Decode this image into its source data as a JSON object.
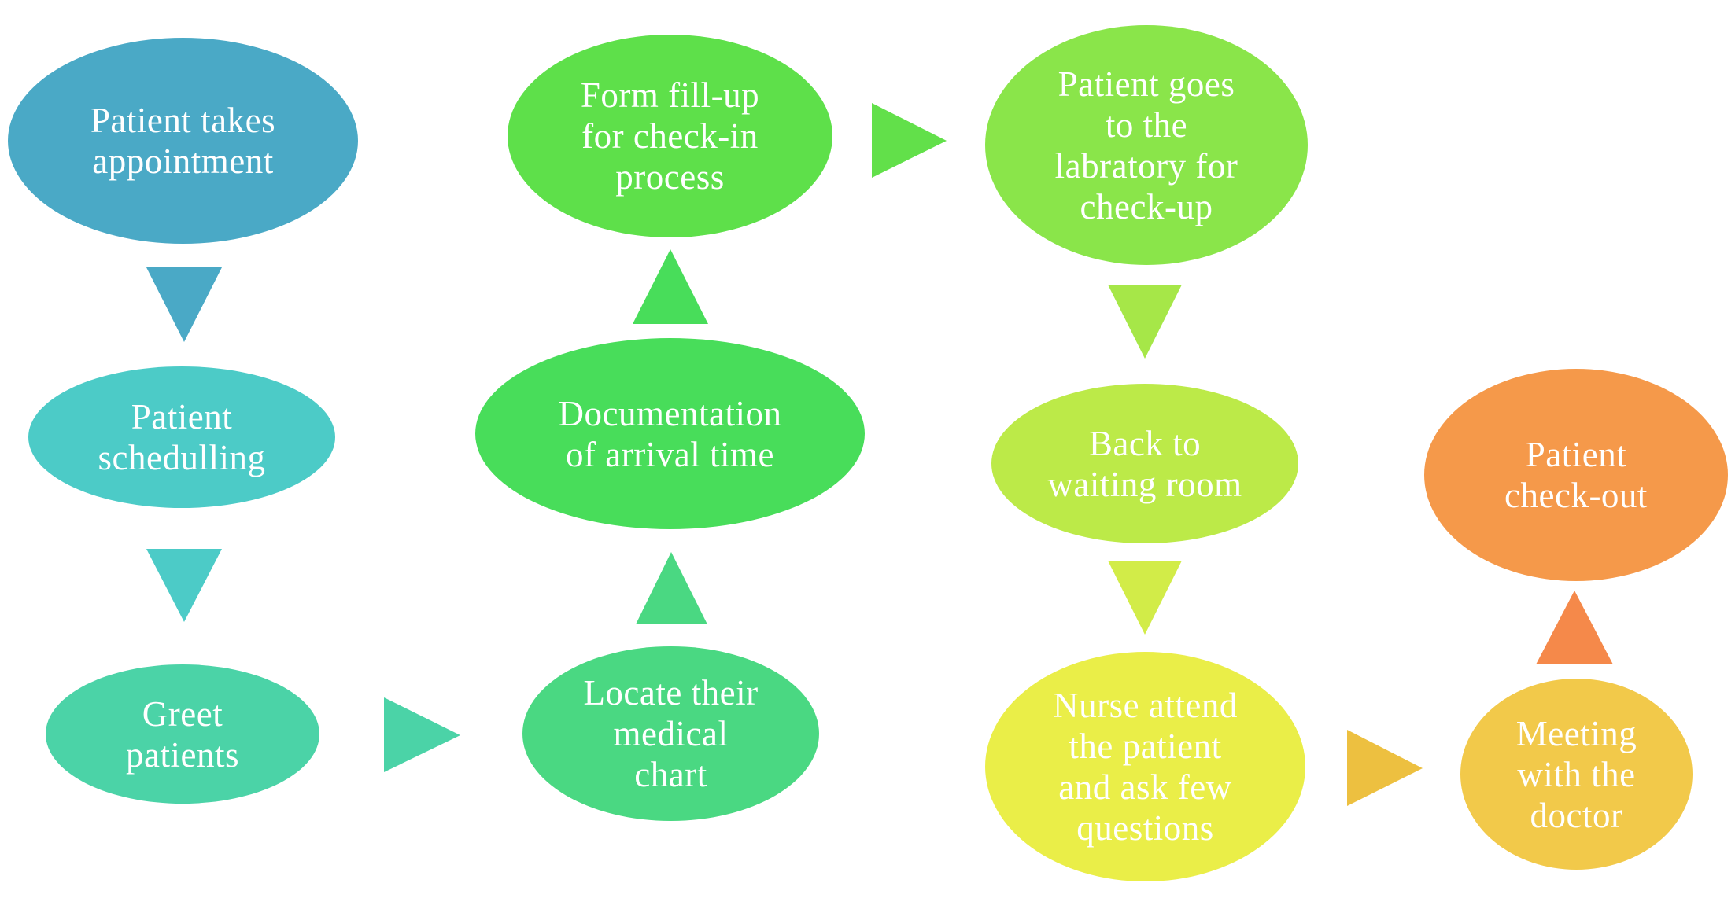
{
  "diagram": {
    "nodes": [
      {
        "id": "patient-takes-appointment",
        "label": "Patient takes\nappointment",
        "color": "#4AA9C6"
      },
      {
        "id": "patient-schedulling",
        "label": "Patient\nschedulling",
        "color": "#4CCBC7"
      },
      {
        "id": "greet-patients",
        "label": "Greet\npatients",
        "color": "#4BD3A7"
      },
      {
        "id": "locate-medical-chart",
        "label": "Locate their\nmedical\nchart",
        "color": "#4AD882"
      },
      {
        "id": "documentation-arrival-time",
        "label": "Documentation\nof arrival time",
        "color": "#48DD5A"
      },
      {
        "id": "form-fill-up",
        "label": "Form fill-up\nfor check-in\nprocess",
        "color": "#5EE04A"
      },
      {
        "id": "patient-goes-laboratory",
        "label": "Patient goes\nto the\nlabratory for\ncheck-up",
        "color": "#8AE54A"
      },
      {
        "id": "back-to-waiting-room",
        "label": "Back to\nwaiting room",
        "color": "#BCEA48"
      },
      {
        "id": "nurse-attend-patient",
        "label": "Nurse attend\nthe patient\nand ask few\nquestions",
        "color": "#EAEE48"
      },
      {
        "id": "meeting-with-doctor",
        "label": "Meeting\nwith the\ndoctor",
        "color": "#F2C94A"
      },
      {
        "id": "patient-check-out",
        "label": "Patient\ncheck-out",
        "color": "#F5994A"
      }
    ],
    "arrows": [
      {
        "from": "patient-takes-appointment",
        "to": "patient-schedulling",
        "direction": "down",
        "color": "#4AA9C6"
      },
      {
        "from": "patient-schedulling",
        "to": "greet-patients",
        "direction": "down",
        "color": "#4CCBC7"
      },
      {
        "from": "greet-patients",
        "to": "locate-medical-chart",
        "direction": "right",
        "color": "#4BD3A7"
      },
      {
        "from": "locate-medical-chart",
        "to": "documentation-arrival-time",
        "direction": "up",
        "color": "#4AD882"
      },
      {
        "from": "documentation-arrival-time",
        "to": "form-fill-up",
        "direction": "up",
        "color": "#48DD5A"
      },
      {
        "from": "form-fill-up",
        "to": "patient-goes-laboratory",
        "direction": "right",
        "color": "#62E04A"
      },
      {
        "from": "patient-goes-laboratory",
        "to": "back-to-waiting-room",
        "direction": "down",
        "color": "#A6E748"
      },
      {
        "from": "back-to-waiting-room",
        "to": "nurse-attend-patient",
        "direction": "down",
        "color": "#D2EC48"
      },
      {
        "from": "nurse-attend-patient",
        "to": "meeting-with-doctor",
        "direction": "right",
        "color": "#EDC040"
      },
      {
        "from": "meeting-with-doctor",
        "to": "patient-check-out",
        "direction": "up",
        "color": "#F5894A"
      }
    ]
  }
}
